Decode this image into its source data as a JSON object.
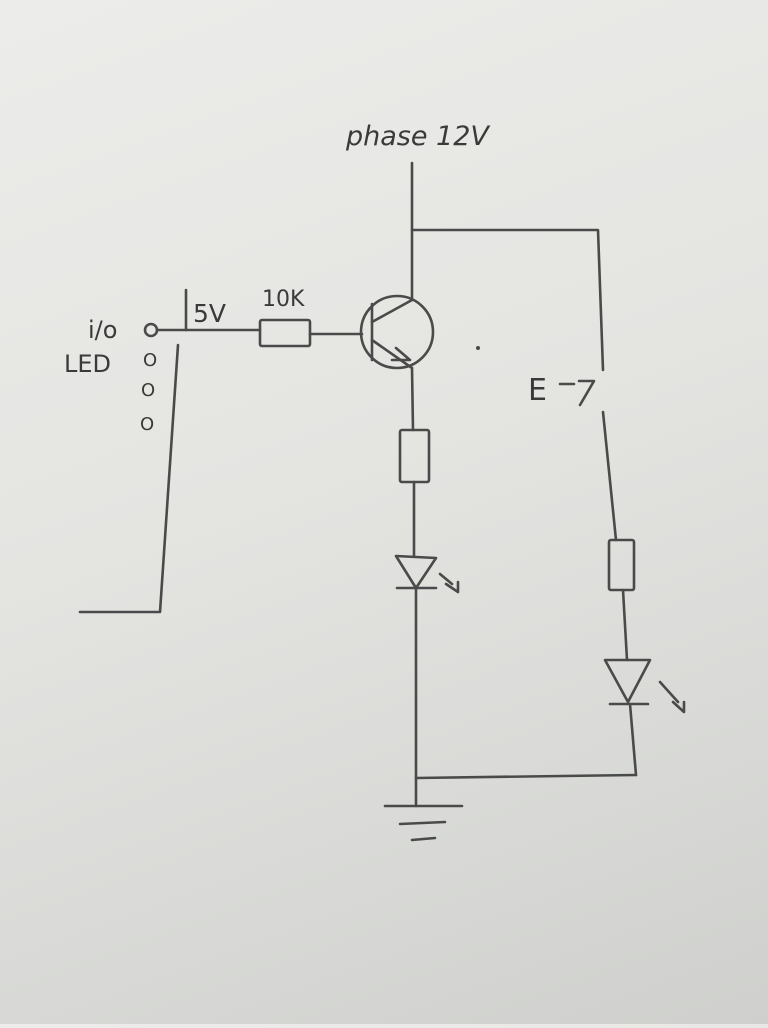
{
  "colors": {
    "ink": "#4a4a4a",
    "paper": "#e6e6e3"
  },
  "labels": {
    "supply": "phase 12V",
    "io": "i/o",
    "led": "LED",
    "five_volt": "5V",
    "resistor_value": "10K",
    "switch": "E",
    "pins": [
      "O",
      "O",
      "O"
    ]
  },
  "icons": [
    "npn-transistor-icon",
    "resistor-icon",
    "led-icon",
    "ground-icon",
    "switch-icon"
  ]
}
